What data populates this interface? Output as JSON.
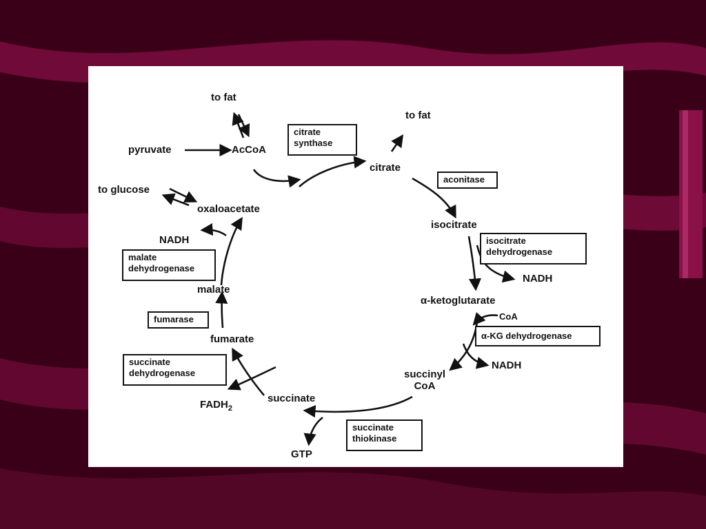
{
  "colors": {
    "background": "#3a0018",
    "ribbon": "#8a1048",
    "panel": "#ffffff",
    "ink": "#111111"
  },
  "metabolites": {
    "to_fat_left": "to fat",
    "to_fat_right": "to fat",
    "pyruvate": "pyruvate",
    "accoa": "AcCoA",
    "citrate": "citrate",
    "to_glucose": "to glucose",
    "oxaloacetate": "oxaloacetate",
    "nadh_malate": "NADH",
    "isocitrate": "isocitrate",
    "nadh_isocitrate": "NADH",
    "alpha_ketoglutarate": "α-ketoglutarate",
    "coa": "CoA",
    "nadh_akg": "NADH",
    "malate": "malate",
    "fumarate": "fumarate",
    "succinyl": "succinyl",
    "succinyl_coa": "CoA",
    "fadh2": "FADH",
    "fadh2_sub": "2",
    "succinate": "succinate",
    "gtp": "GTP"
  },
  "enzymes": {
    "citrate_synthase": [
      "citrate",
      "synthase"
    ],
    "aconitase": [
      "aconitase"
    ],
    "isocitrate_dehydrogenase": [
      "isocitrate",
      "dehydrogenase"
    ],
    "akg_dehydrogenase": [
      "α-KG dehydrogenase"
    ],
    "malate_dehydrogenase": [
      "malate",
      "dehydrogenase"
    ],
    "fumarase": [
      "fumarase"
    ],
    "succinate_dehydrogenase": [
      "succinate",
      "dehydrogenase"
    ],
    "succinate_thiokinase": [
      "succinate",
      "thiokinase"
    ]
  }
}
